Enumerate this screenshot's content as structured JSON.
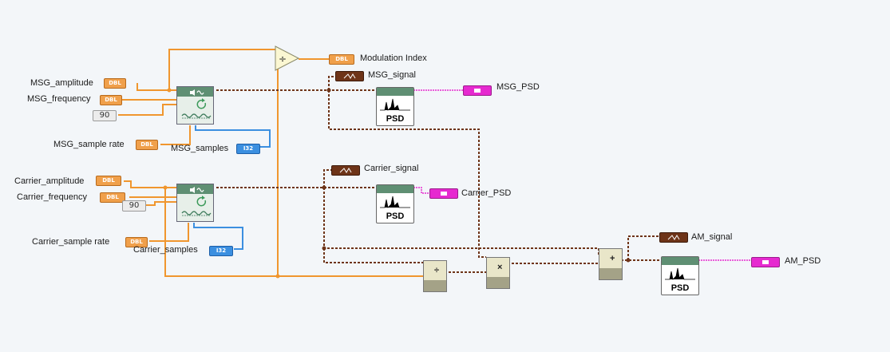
{
  "controls": {
    "msg_amplitude": {
      "label": "MSG_amplitude",
      "type": "DBL"
    },
    "msg_frequency": {
      "label": "MSG_frequency",
      "type": "DBL"
    },
    "msg_phase": {
      "value": "90"
    },
    "msg_sample_rate": {
      "label": "MSG_sample rate",
      "type": "DBL"
    },
    "msg_samples": {
      "label": "MSG_samples",
      "type": "I32"
    },
    "carrier_amplitude": {
      "label": "Carrier_amplitude",
      "type": "DBL"
    },
    "carrier_frequency": {
      "label": "Carrier_frequency",
      "type": "DBL"
    },
    "carrier_phase": {
      "value": "90"
    },
    "carrier_sample_rate": {
      "label": "Carrier_sample rate",
      "type": "DBL"
    },
    "carrier_samples": {
      "label": "Carrier_samples",
      "type": "I32"
    }
  },
  "indicators": {
    "modulation_index": {
      "label": "Modulation Index",
      "type": "DBL"
    },
    "msg_signal": {
      "label": "MSG_signal"
    },
    "msg_psd": {
      "label": "MSG_PSD"
    },
    "carrier_signal": {
      "label": "Carrier_signal"
    },
    "carrier_psd": {
      "label": "Carrier_PSD"
    },
    "am_signal": {
      "label": "AM_signal"
    },
    "am_psd": {
      "label": "AM_PSD"
    }
  },
  "blocks": {
    "psd_label": "PSD",
    "divide_op": "÷",
    "multiply_op": "×",
    "add_op": "+"
  },
  "colors": {
    "dbl_wire": "#f0962e",
    "i32_wire": "#3b8fe0",
    "waveform_wire": "#6e3418",
    "psd_wire": "#e62ad0",
    "background": "#f3f6f9"
  }
}
